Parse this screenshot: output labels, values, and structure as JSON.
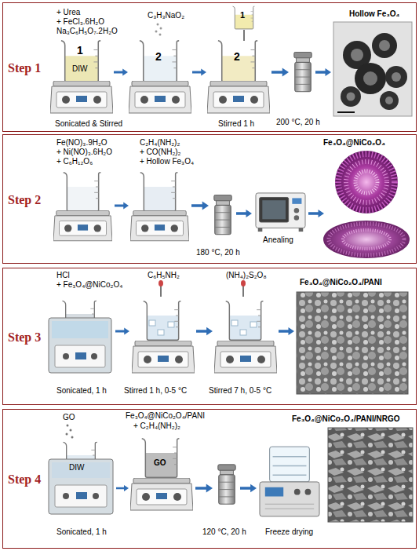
{
  "diagram": {
    "nodes": [
      {
        "text": [
          "Step 1"
        ]
      },
      {
        "text": [
          "Step 2"
        ]
      },
      {
        "text": [
          "Step 3"
        ]
      },
      {
        "text": [
          "Step 4"
        ]
      }
    ],
    "labels": [
      "+ Urea",
      "+ FeCl₃.6H₂O",
      "Na₃C₆H₅O₇.2H₂O",
      "1",
      "DIW",
      "C₃H₃NaO₂",
      "2",
      "1",
      "2",
      "Hollow Fe₃O₄",
      "Sonicated & Stirred",
      "Stirred 1 h",
      "200 °C, 20 h",
      "Fe(NO)₃.9H₂O",
      "+ Ni(NO)₃.6H₂O",
      "+ C₆H₁₂O₆",
      "C₂H₄(NH₂)₂",
      "+ CO(NH₂)₂",
      "+ Hollow Fe₃O₄",
      "Fe₃O₄@NiCo₂O₄",
      "180 °C, 20 h",
      "Anealing",
      "HCl",
      "+ Fe₃O₄@NiCo₂O₄",
      "C₆H₅NH₂",
      "(NH₄)₂S₂O₈",
      "Fe₃O₄@NiCo₂O₄/PANI",
      "Sonicated, 1 h",
      "Stirred 1 h, 0-5 °C",
      "Stirred 7 h, 0-5 °C",
      "GO",
      "DIW",
      "Fe₃O₄@NiCo₂O₄/PANI",
      "+ C₂H₄(NH₂)₂",
      "GO",
      "Fe₃O₄@NiCo₂O₄/PANI/NRGO",
      "Sonicated, 1 h",
      "120 °C, 20 h",
      "Freeze drying"
    ]
  }
}
